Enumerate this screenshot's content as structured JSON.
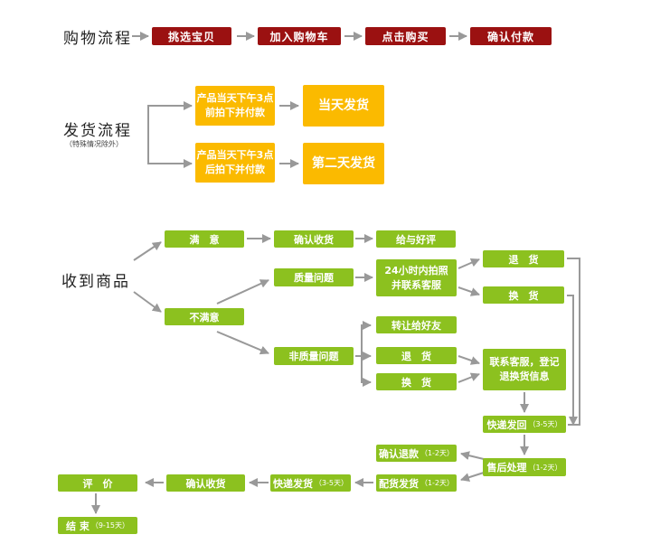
{
  "shopping": {
    "title": "购物流程",
    "steps": [
      "挑选宝贝",
      "加入购物车",
      "点击购买",
      "确认付款"
    ]
  },
  "shipping": {
    "title": "发货流程",
    "note": "（特殊情况除外）",
    "cond_before": "产品当天下午3点\n前拍下并付款",
    "result_same_day": "当天发货",
    "cond_after": "产品当天下午3点\n后拍下并付款",
    "result_next_day": "第二天发货"
  },
  "receive": {
    "title": "收到商品",
    "satisfied": "满　意",
    "confirm_receipt_top": "确认收货",
    "give_good_review": "给与好评",
    "unsatisfied": "不满意",
    "quality_issue": "质量问题",
    "photo_contact": "24小时内拍照\n并联系客服",
    "return_top": "退　货",
    "exchange_top": "换　货",
    "non_quality_issue": "非质量问题",
    "transfer_friend": "转让给好友",
    "return_mid": "退　货",
    "exchange_mid": "换　货",
    "contact_register": "联系客服，登记\n退换货信息",
    "express_back": "快递发回",
    "express_back_days": "（3-5天）",
    "after_sales": "售后处理",
    "after_sales_days": "（1-2天）",
    "confirm_refund": "确认退款",
    "confirm_refund_days": "（1-2天）",
    "reship": "配货发货",
    "reship_days": "（1-2天）",
    "express_ship": "快递发货",
    "express_ship_days": "（3-5天）",
    "confirm_receipt_bottom": "确认收货",
    "review": "评　价",
    "end": "结 束",
    "end_days": "（9-15天）"
  },
  "colors": {
    "shopping_box": "#9b1111",
    "shipping_box": "#fbba00",
    "receive_box": "#8cc11f",
    "arrow": "#999999"
  }
}
